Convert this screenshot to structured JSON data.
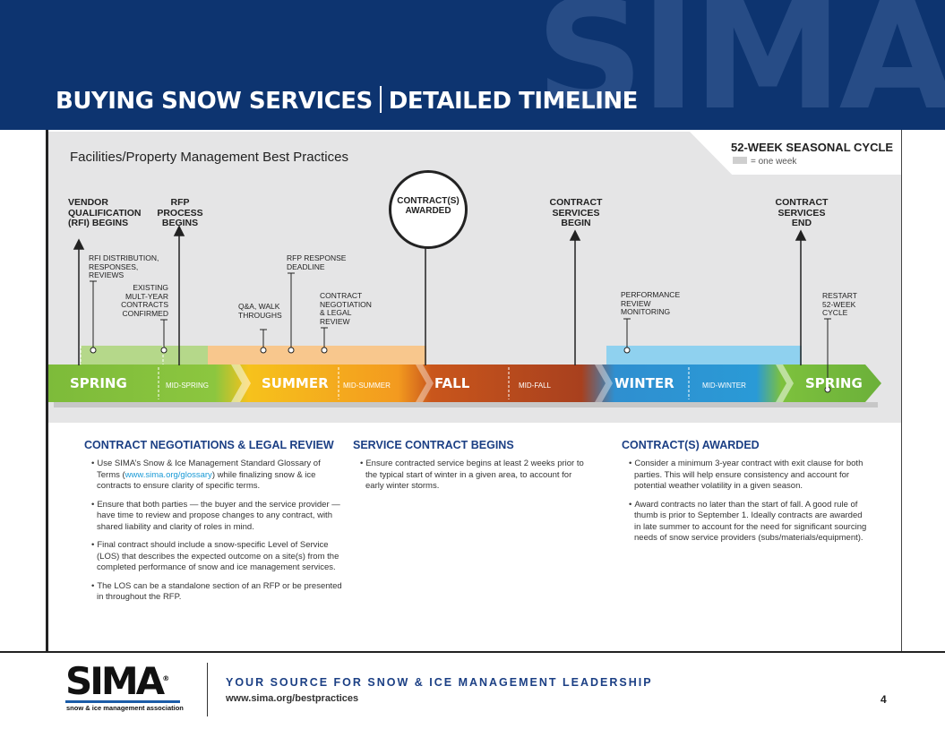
{
  "header": {
    "watermark": "SIMA",
    "title_left": "BUYING SNOW SERVICES",
    "title_right": "DETAILED TIMELINE"
  },
  "cycle": {
    "title": "52-WEEK SEASONAL CYCLE",
    "legend": "= one week"
  },
  "timeline": {
    "heading": "Facilities/Property Management Best Practices",
    "milestones": {
      "vendor": "VENDOR QUALIFICATION (RFI) BEGINS",
      "rfp": "RFP PROCESS BEGINS",
      "awarded": "CONTRACT(S) AWARDED",
      "services_begin": "CONTRACT SERVICES BEGIN",
      "services_end": "CONTRACT SERVICES END"
    },
    "events": {
      "rfi_dist": "RFI DISTRIBUTION, RESPONSES, REVIEWS",
      "existing": "EXISTING MULT-YEAR CONTRACTS CONFIRMED",
      "qa": "Q&A, WALK THROUGHS",
      "rfp_deadline": "RFP RESPONSE DEADLINE",
      "negotiation": "CONTRACT NEGOTIATION & LEGAL REVIEW",
      "performance": "PERFORMANCE REVIEW MONITORING",
      "restart": "RESTART 52-WEEK CYCLE"
    },
    "seasons": {
      "spring": "SPRING",
      "mid_spring": "MID-SPRING",
      "summer": "SUMMER",
      "mid_summer": "MID-SUMMER",
      "fall": "FALL",
      "mid_fall": "MID-FALL",
      "winter": "WINTER",
      "mid_winter": "MID-WINTER",
      "spring2": "SPRING"
    }
  },
  "sections": {
    "negotiations": {
      "title": "CONTRACT NEGOTIATIONS & LEGAL REVIEW",
      "b1_pre": "Use SIMA’s Snow & Ice Management Standard Glossary of Terms (",
      "b1_link": "www.sima.org/glossary",
      "b1_post": ") while finalizing snow & ice contracts to ensure clarity of specific terms.",
      "b2": "Ensure that both parties — the buyer and the service provider — have time to review and propose changes to any contract, with shared liability and clarity of roles in mind.",
      "b3": "Final contract should include a snow-specific Level of Service (LOS) that describes the expected outcome on a site(s) from the completed performance of snow and ice management services.",
      "b4": "The LOS can be a standalone section of an RFP or be presented in throughout the RFP."
    },
    "service": {
      "title": "SERVICE CONTRACT BEGINS",
      "b1": "Ensure contracted service begins at least 2 weeks prior to the typical start of winter in a given area, to account for early winter storms."
    },
    "awarded": {
      "title": "CONTRACT(S) AWARDED",
      "b1": "Consider a minimum 3-year contract with exit clause for both parties. This will help ensure consistency and account for potential weather volatility in a given season.",
      "b2": "Award contracts no later than the start of fall. A good rule of thumb is prior to September 1. Ideally contracts are awarded in late summer to account for the need for significant sourcing needs of snow service providers (subs/materials/equipment)."
    }
  },
  "footer": {
    "logo": "SIMA",
    "logo_reg": "®",
    "logo_sub": "snow & ice management association",
    "tagline": "YOUR SOURCE FOR SNOW & ICE MANAGEMENT LEADERSHIP",
    "url": "www.sima.org/bestpractices",
    "page": "4"
  },
  "colors": {
    "navy": "#0d3470",
    "spring": "#8cc63f",
    "summer": "#f7b928",
    "fall": "#b5431f",
    "winter": "#29a3dc",
    "heading_blue": "#1b3f84"
  }
}
